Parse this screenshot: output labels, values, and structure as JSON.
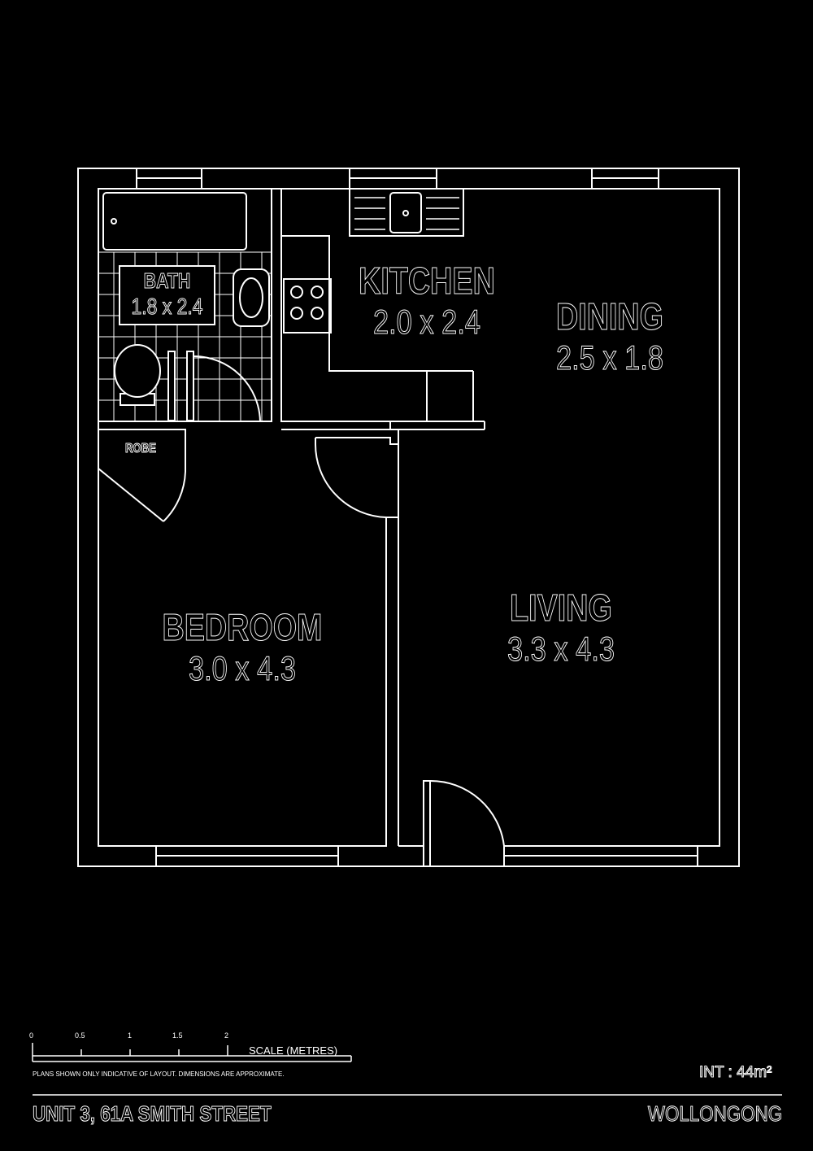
{
  "rooms": {
    "bath": {
      "name": "BATH",
      "dims": "1.8 x 2.4"
    },
    "kitchen": {
      "name": "KITCHEN",
      "dims": "2.0 x 2.4"
    },
    "dining": {
      "name": "DINING",
      "dims": "2.5 x 1.8"
    },
    "bedroom": {
      "name": "BEDROOM",
      "dims": "3.0 x 4.3"
    },
    "living": {
      "name": "LIVING",
      "dims": "3.3 x 4.3"
    },
    "robe": {
      "name": "ROBE"
    }
  },
  "scale": {
    "ticks": [
      "0",
      "0.5",
      "1",
      "1.5",
      "2"
    ],
    "label": "SCALE (METRES)",
    "disclaimer": "PLANS SHOWN ONLY INDICATIVE OF LAYOUT. DIMENSIONS ARE APPROXIMATE."
  },
  "area": "INT : 44m²",
  "address": "UNIT 3, 61A SMITH STREET",
  "suburb": "WOLLONGONG"
}
